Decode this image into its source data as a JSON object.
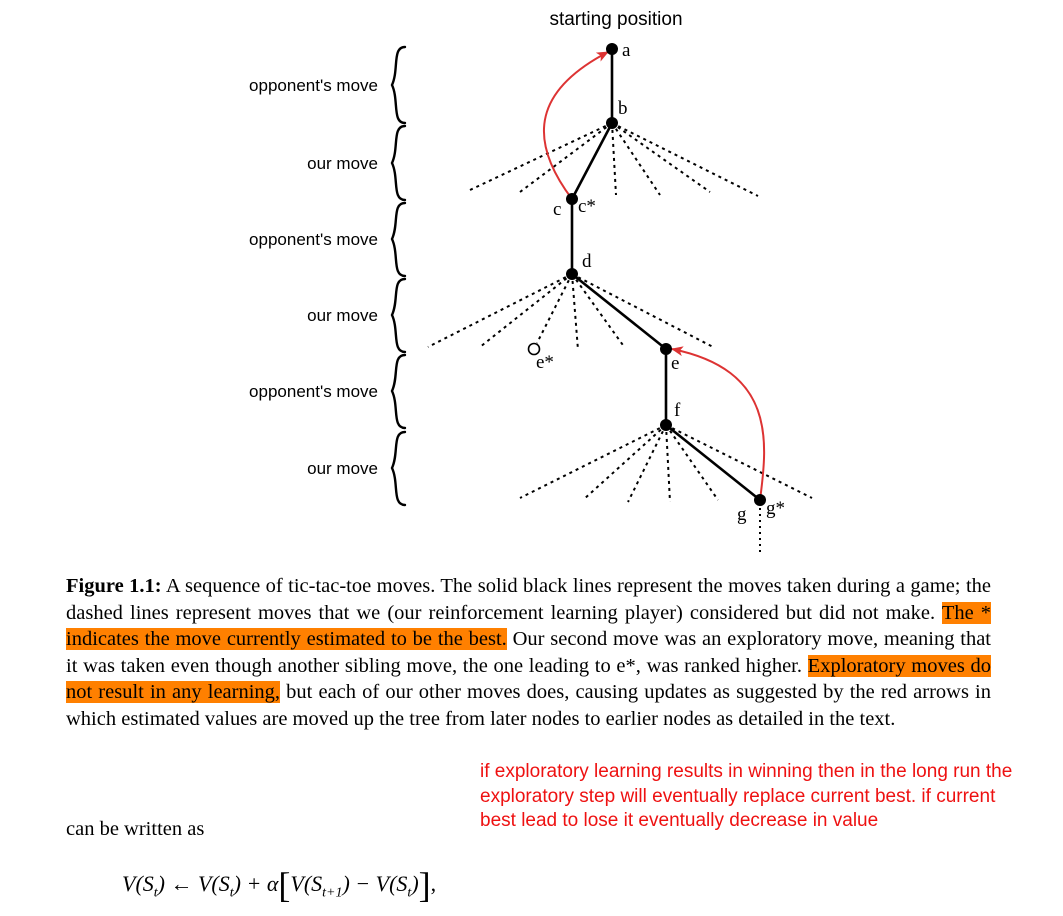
{
  "diagram": {
    "title": "starting position",
    "levels": [
      {
        "label": "opponent's move"
      },
      {
        "label": "our move"
      },
      {
        "label": "opponent's move"
      },
      {
        "label": "our move"
      },
      {
        "label": "opponent's move"
      },
      {
        "label": "our move"
      }
    ],
    "nodes": {
      "a": "a",
      "b": "b",
      "c": "c",
      "c_star": "c*",
      "d": "d",
      "e_star": "e*",
      "e": "e",
      "f": "f",
      "g": "g",
      "g_star": "g*"
    },
    "colors": {
      "arrow": "#dd3333",
      "line": "#000000"
    }
  },
  "caption": {
    "label": "Figure 1.1:",
    "part1": " A sequence of tic-tac-toe moves. The solid black lines represent the moves taken during a game; the dashed lines represent moves that we (our reinforcement learning player) considered but did not make. ",
    "highlight1": "The * indicates the move currently estimated to be the best.",
    "part2": " Our second move was an exploratory move, meaning that it was taken even though another sibling move, the one leading to e*, was ranked higher. ",
    "highlight2": "Exploratory moves do not result in any learning,",
    "part3": " but each of our other moves does, causing updates as suggested by the red arrows in which estimated values are moved up the tree from later nodes to earlier nodes as detailed in the text.",
    "highlight_color": "#ff8000"
  },
  "note": {
    "text": "if exploratory learning results in winning then in the long run the exploratory step will eventually replace current best. if current best lead to lose it eventually decrease in value",
    "color": "#ee1111"
  },
  "body_text": "can be written as",
  "formula": {
    "lhs": "V(S",
    "lhs_sub": "t",
    "arrow_part": ") ← V(S",
    "mid_sub": "t",
    "plus_alpha": ") + α",
    "inner1": "V(S",
    "inner_sub1": "t+1",
    "inner_mid": ") − V(S",
    "inner_sub2": "t",
    "inner_end": ")",
    "tail": ","
  }
}
